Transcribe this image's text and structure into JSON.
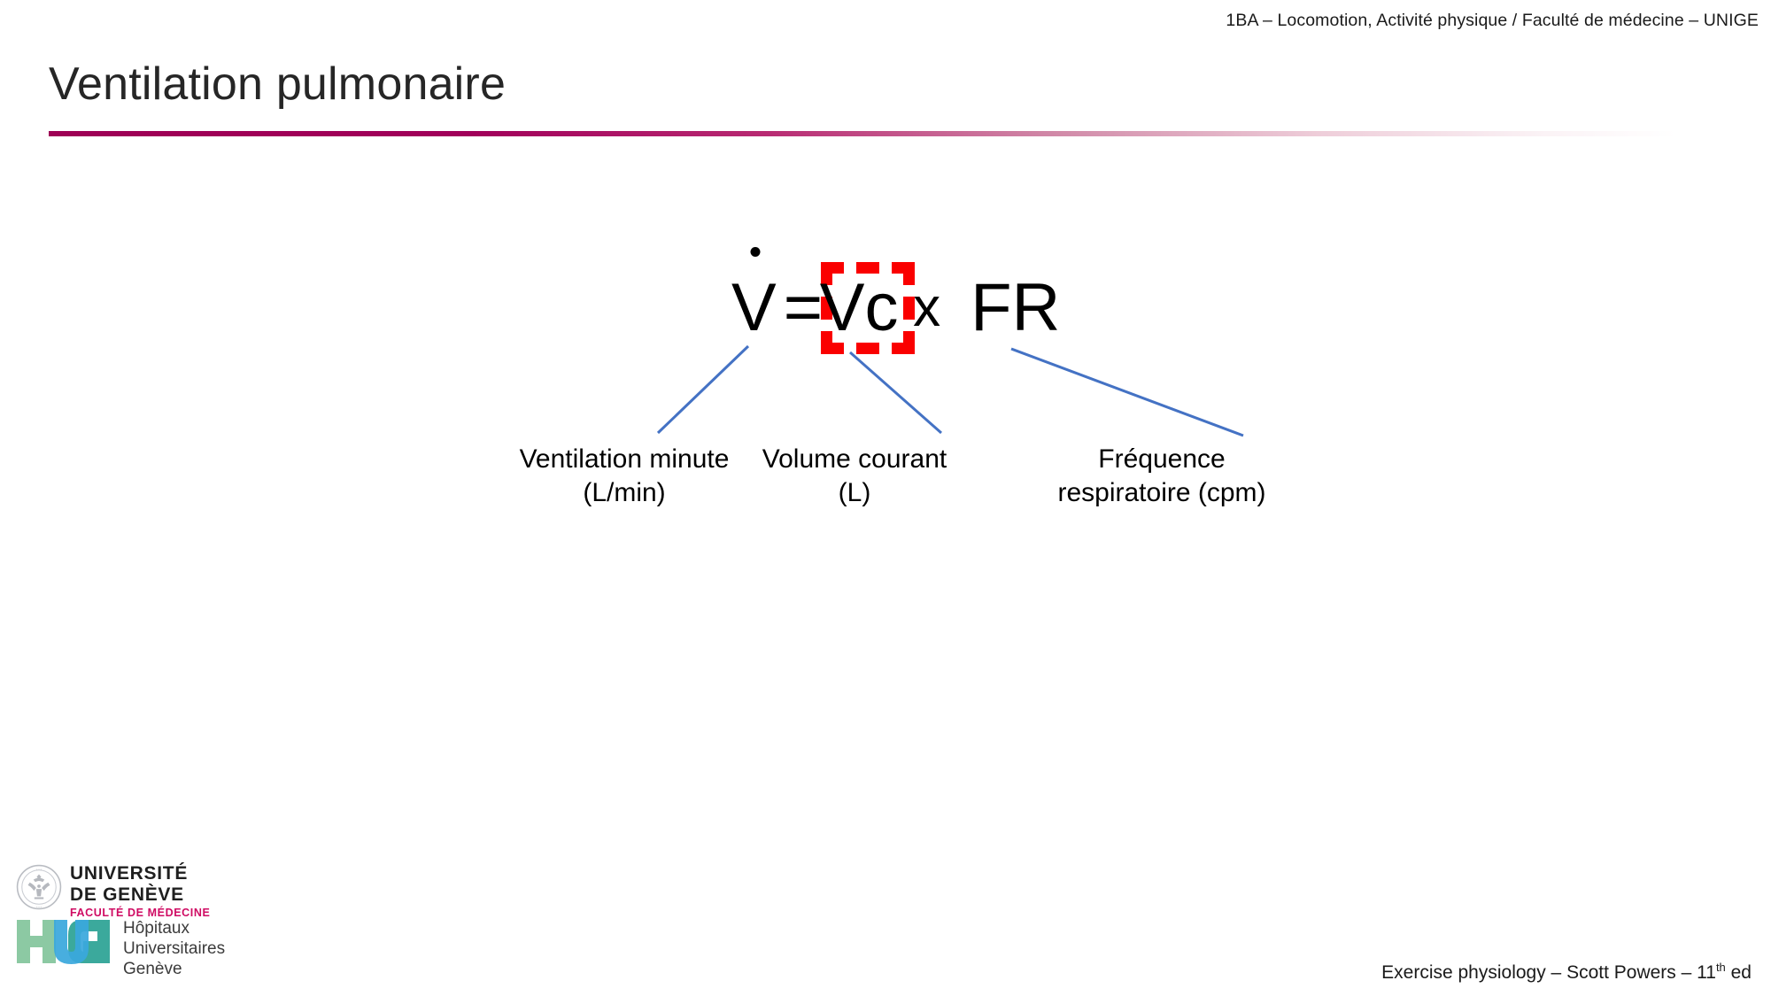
{
  "slide": {
    "course_header": "1BA – Locomotion, Activité physique / Faculté de médecine – UNIGE",
    "title": "Ventilation pulmonaire",
    "accent_color": "#9e0055",
    "background_color": "#ffffff"
  },
  "formula": {
    "left_term": "V",
    "left_term_marker": "overdot",
    "operator_equals": "=",
    "boxed_term": "Vc",
    "operator_times": "x",
    "right_term": "FR",
    "highlight_color": "#fa0000",
    "highlight_style": "dashed-box"
  },
  "annotations": {
    "connector_color": "#4472c4",
    "items": [
      {
        "name": "ventilation-minute",
        "line1": "Ventilation minute",
        "line2": "(L/min)",
        "target": "V"
      },
      {
        "name": "volume-courant",
        "line1": "Volume courant",
        "line2": "(L)",
        "target": "Vc"
      },
      {
        "name": "frequence-respiratoire",
        "line1": "Fréquence",
        "line2": "respiratoire (cpm)",
        "target": "FR"
      }
    ]
  },
  "logos": {
    "unige": {
      "line1": "UNIVERSITÉ",
      "line2": "DE GENÈVE",
      "faculty": "FACULTÉ DE MÉDECINE",
      "faculty_color": "#cf0b63",
      "seal_icon": "unige-seal-icon"
    },
    "hug": {
      "mark_letters": "HUG",
      "line1": "Hôpitaux",
      "line2": "Universitaires",
      "line3": "Genève",
      "color_h": "#8cc9a3",
      "color_u": "#3aa8dd",
      "color_g": "#3ba99c"
    }
  },
  "source": {
    "prefix": "Exercise physiology – Scott Powers – 11",
    "sup": "th",
    "suffix": " ed"
  }
}
